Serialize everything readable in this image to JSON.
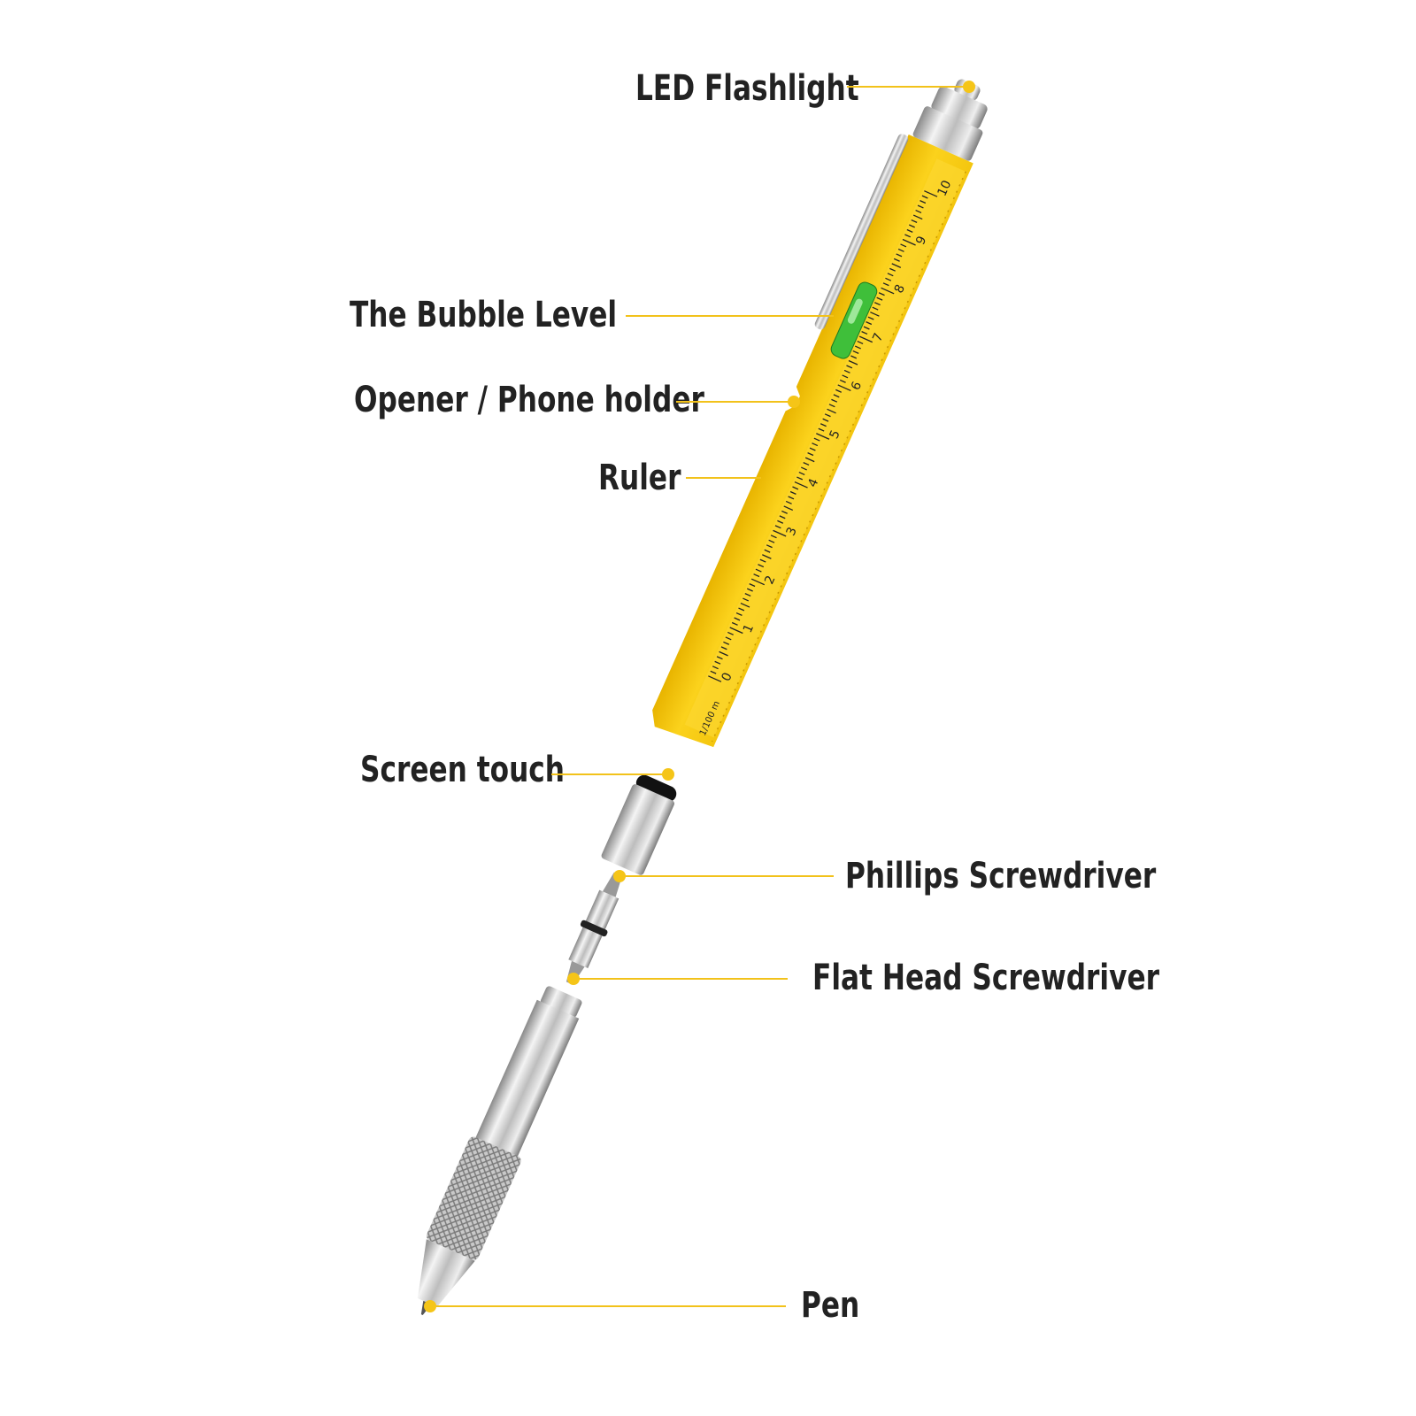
{
  "labels": {
    "led": "LED Flashlight",
    "bubble": "The Bubble Level",
    "opener": "Opener / Phone holder",
    "ruler": "Ruler",
    "screen": "Screen touch",
    "phillips": "Phillips Screwdriver",
    "flathead": "Flat Head Screwdriver",
    "pen": "Pen"
  },
  "ruler": {
    "numbers": [
      "0",
      "1",
      "2",
      "3",
      "4",
      "5",
      "6",
      "7",
      "8",
      "9",
      "10"
    ],
    "unit": "1/100 m"
  },
  "colors": {
    "body_yellow": "#f9cf1a",
    "leader_yellow": "#f2c21b",
    "bubble_green": "#3fbf3a",
    "text": "#222222"
  }
}
